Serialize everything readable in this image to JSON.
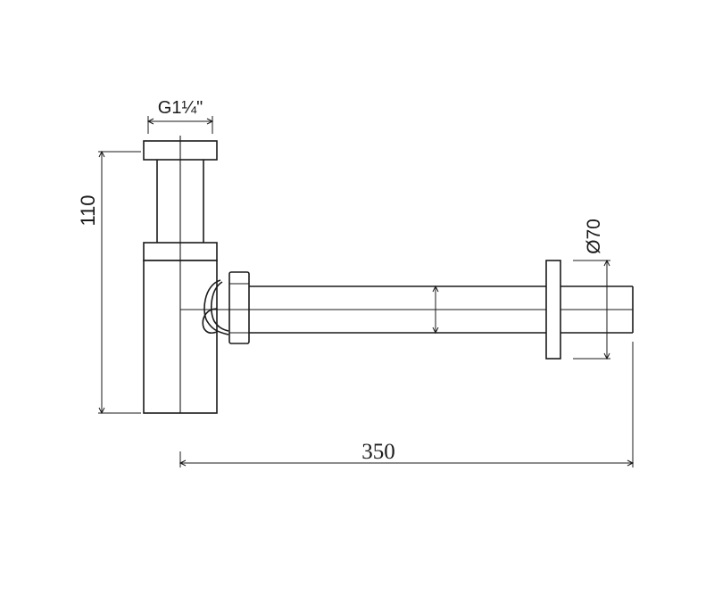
{
  "dimensions": {
    "thread_size": "G1¼\"",
    "height": "110",
    "diameter": "Ø70",
    "length": "350"
  }
}
